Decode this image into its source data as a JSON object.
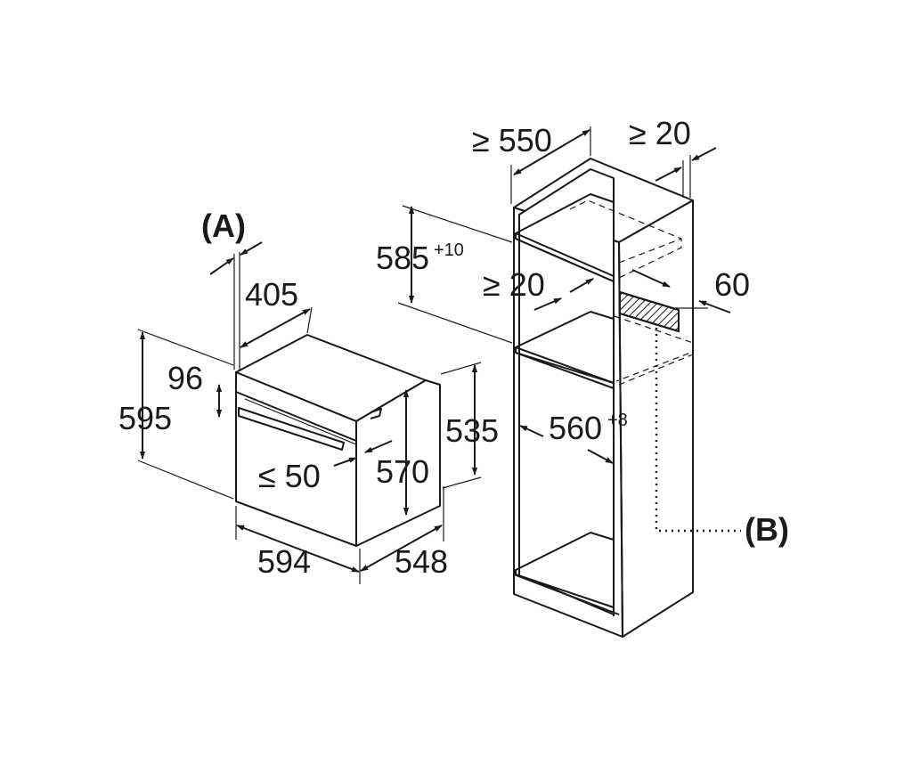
{
  "labels": {
    "a": {
      "letter": "A",
      "open": "(",
      "close": ")"
    },
    "b": {
      "letter": "B",
      "open": "(",
      "close": ")"
    }
  },
  "dims": {
    "d595": "595",
    "d96": "96",
    "d405": "405",
    "d594": "594",
    "d548": "548",
    "d50": "≤ 50",
    "d570": "570",
    "d535": "535",
    "d550": "≥ 550",
    "d20top": "≥ 20",
    "d585": "585",
    "d585sup": "+10",
    "d20mid": "≥ 20",
    "d60": "60",
    "d560": "560",
    "d560sup": "+8"
  }
}
